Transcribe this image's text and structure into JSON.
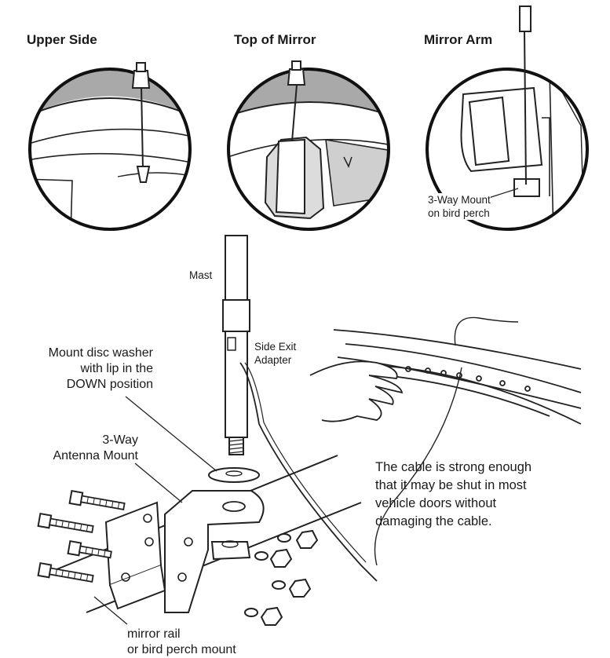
{
  "headers": {
    "upper_side": "Upper Side",
    "top_of_mirror": "Top of Mirror",
    "mirror_arm": "Mirror Arm"
  },
  "labels": {
    "three_way_mount_perch_line1": "3-Way Mount",
    "three_way_mount_perch_line2": "on bird perch",
    "mast": "Mast",
    "side_exit_line1": "Side Exit",
    "side_exit_line2": "Adapter",
    "washer_line1": "Mount disc washer",
    "washer_line2": "with lip in the",
    "washer_line3": "DOWN position",
    "antenna_mount_line1": "3-Way",
    "antenna_mount_line2": "Antenna Mount",
    "rail_line1": "mirror rail",
    "rail_line2": "or bird perch mount"
  },
  "cable_note": {
    "line1": "The cable is strong enough",
    "line2": "that it may be shut in most",
    "line3": "vehicle doors without",
    "line4": "damaging the cable."
  }
}
